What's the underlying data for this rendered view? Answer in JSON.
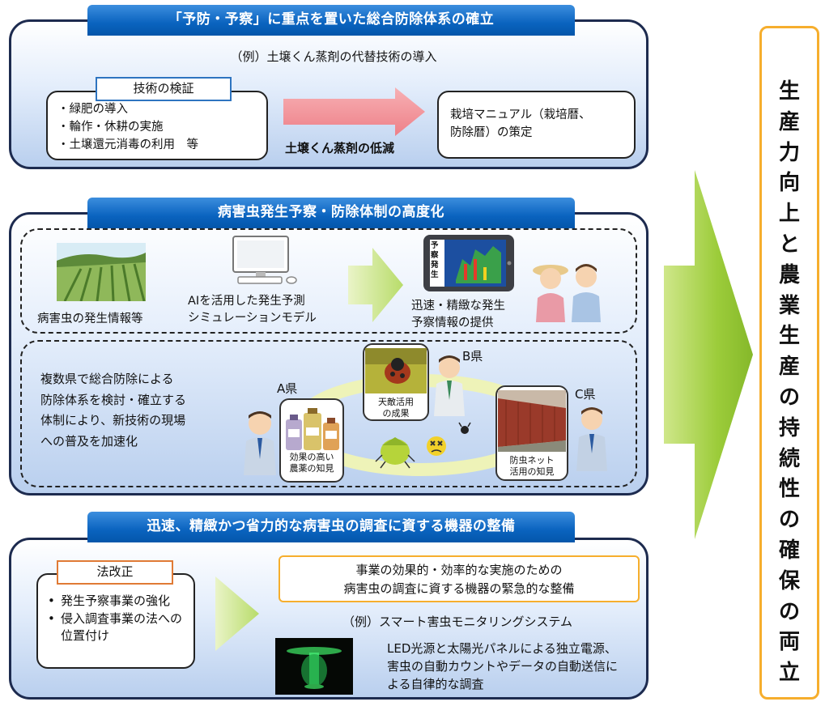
{
  "section1": {
    "banner": "「予防・予察」に重点を置いた総合防除体系の確立",
    "example": "（例）土壌くん蒸剤の代替技術の導入",
    "tech_tag": "技術の検証",
    "items": [
      "・緑肥の導入",
      "・輪作・休耕の実施",
      "・土壌還元消毒の利用　等"
    ],
    "arrow_label": "土壌くん蒸剤の低減",
    "manual_lines": [
      "栽培マニュアル（栽培暦、",
      "防除暦）の策定"
    ]
  },
  "section2": {
    "banner": "病害虫発生予察・防除体制の高度化",
    "field_label": "病害虫の発生情報等",
    "ai_lines": [
      "AIを活用した発生予測",
      "シミュレーションモデル"
    ],
    "tablet_text": "予察発生",
    "provide_lines": [
      "迅速・精緻な発生",
      "予察情報の提供"
    ],
    "body_lines": [
      "複数県で総合防除による",
      "防除体系を検討・確立する",
      "体制により、新技術の現場",
      "への普及を加速化"
    ],
    "prefA": "A県",
    "prefB": "B県",
    "prefC": "C県",
    "cardB": [
      "天敵活用",
      "の成果"
    ],
    "cardA": [
      "効果の高い",
      "農薬の知見"
    ],
    "cardC": [
      "防虫ネット",
      "活用の知見"
    ]
  },
  "section3": {
    "banner": "迅速、精緻かつ省力的な病害虫の調査に資する機器の整備",
    "law_tag": "法改正",
    "law_items": [
      "発生予察事業の強化",
      "侵入調査事業の法への位置付け"
    ],
    "yellow_lines": [
      "事業の効果的・効率的な実施のための",
      "病害虫の調査に資する機器の緊急的な整備"
    ],
    "example": "（例）スマート害虫モニタリングシステム",
    "desc_lines": [
      "LED光源と太陽光パネルによる独立電源、",
      "害虫の自動カウントやデータの自動送信に",
      "よる自律的な調査"
    ]
  },
  "right_box": {
    "chars": [
      "生",
      "産",
      "力",
      "向",
      "上",
      "と",
      "農",
      "業",
      "生",
      "産",
      "の",
      "持",
      "続",
      "性",
      "の",
      "確",
      "保",
      "の",
      "両",
      "立"
    ]
  },
  "colors": {
    "banner_blue": "#0a63bf",
    "panel_border": "#1d2b4f",
    "green_arrow": "#9ccc3a",
    "pink_arrow": "#f28e94",
    "orange_frame": "#f6ae2d",
    "tag_blue": "#2e74c0",
    "tag_orange": "#e07a35"
  }
}
